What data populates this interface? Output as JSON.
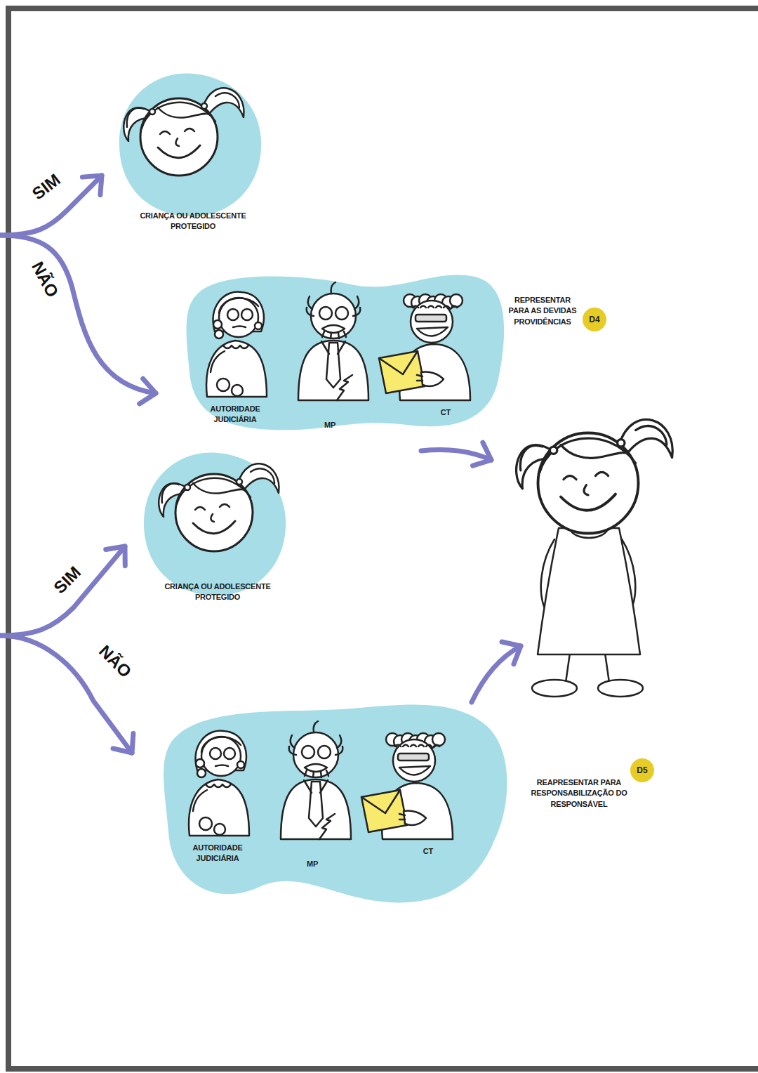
{
  "diagram": {
    "nodes": [
      {
        "text": [
          "CRIANÇA OU ADOLESCENTE PROTEGIDO"
        ]
      },
      {
        "text": [
          "AUTORIDADE JUDICIÁRIA",
          "MP",
          "CT",
          "REPRESENTAR PARA AS DEVIDAS PROVIDÊNCIAS"
        ]
      },
      {
        "text": [
          "CRIANÇA OU ADOLESCENTE PROTEGIDO"
        ]
      },
      {
        "text": [
          "AUTORIDADE JUDICIÁRIA",
          "MP",
          "CT",
          "REAPRESENTAR PARA RESPONSABILIZAÇÃO DO RESPONSÁVEL"
        ]
      }
    ],
    "labels": [
      "SIM",
      "NÃO",
      "D4",
      "SIM",
      "NÃO",
      "D5"
    ]
  }
}
